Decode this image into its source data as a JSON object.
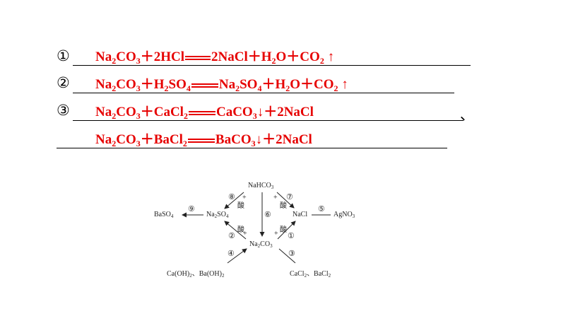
{
  "answers": [
    {
      "marker": "①",
      "parts": [
        "Na",
        "2",
        "CO",
        "3",
        "＋2HCl",
        "",
        "2NaCl＋H",
        "2",
        "O＋CO",
        "2",
        " ↑"
      ]
    },
    {
      "marker": "②",
      "parts": [
        "Na",
        "2",
        "CO",
        "3",
        "＋H",
        "2",
        "SO",
        "4",
        "",
        "",
        "Na",
        "2",
        "SO",
        "4",
        "＋H",
        "2",
        "O＋CO",
        "2",
        " ↑"
      ]
    },
    {
      "marker": "③",
      "parts": [
        "Na",
        "2",
        "CO",
        "3",
        "＋CaCl",
        "2",
        "",
        "",
        "CaCO",
        "3",
        "↓＋2NaCl"
      ]
    },
    {
      "marker": "",
      "parts": [
        "Na",
        "2",
        "CO",
        "3",
        "＋BaCl",
        "2",
        "",
        "",
        "BaCO",
        "3",
        "↓＋2NaCl"
      ]
    }
  ],
  "separator": "、",
  "diagram": {
    "nodes": {
      "nahco3": "NaHCO3",
      "na2so4": "Na2SO4",
      "nacl": "NaCl",
      "na2co3": "Na2CO3",
      "baso4": "BaSO4",
      "agno3": "AgNO3",
      "caoh": "Ca(OH)2、Ba(OH)2",
      "cacl": "CaCl2、BaCl2"
    },
    "markers": [
      "⑧",
      "⑦",
      "⑨",
      "⑥",
      "⑤",
      "②",
      "①",
      "④",
      "③"
    ],
    "acid_label": "酸",
    "plus_label": "+"
  }
}
